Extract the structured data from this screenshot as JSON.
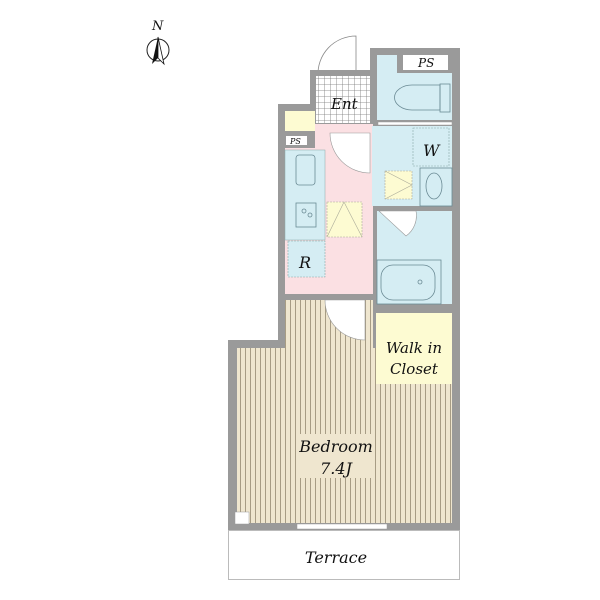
{
  "compass": {
    "label": "N"
  },
  "rooms": {
    "entrance": "Ent",
    "ps_top": "PS",
    "ps_kitchen": "PS",
    "washroom": "W",
    "refrigerator": "R",
    "closet_line1": "Walk in",
    "closet_line2": "Closet",
    "bedroom": "Bedroom",
    "bedroom_size": "7.4J",
    "terrace": "Terrace"
  },
  "colors": {
    "wall": "#9a9a9a",
    "wet_area": "#d5edf3",
    "hall": "#fbe0e3",
    "closet": "#fdfbd2",
    "bedroom_floor": "#efe6cf",
    "stripe": "#a79c84"
  }
}
